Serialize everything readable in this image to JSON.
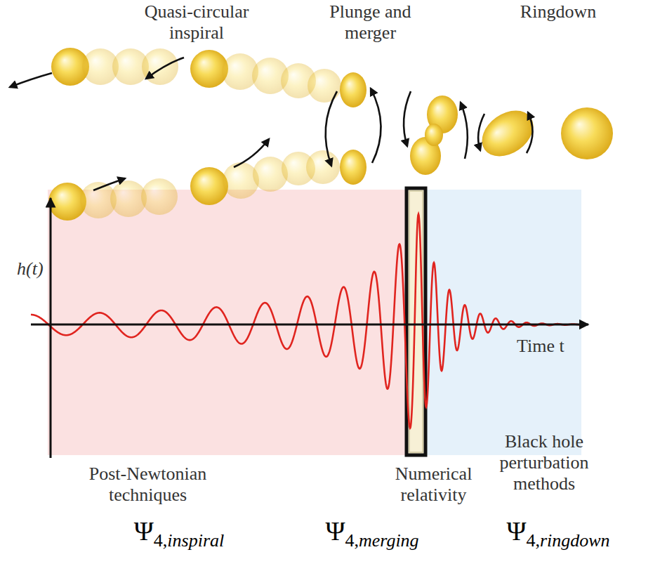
{
  "diagram": {
    "labels": [
      "Quasi-circular inspiral",
      "Plunge and merger",
      "Ringdown",
      "h(t)",
      "Time t",
      "Post-Newtonian techniques",
      "Numerical relativity",
      "Black hole perturbation methods",
      "Ψ4,inspiral",
      "Ψ4,merging",
      "Ψ4,ringdown"
    ]
  }
}
